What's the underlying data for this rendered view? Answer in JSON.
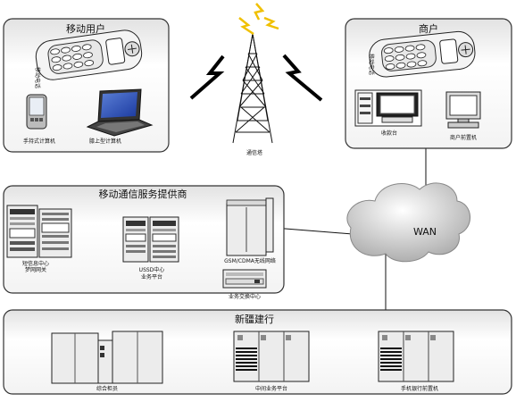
{
  "groups": {
    "mobile_user": {
      "title": "移动用户"
    },
    "merchant": {
      "title": "商户"
    },
    "provider": {
      "title": "移动通信服务提供商"
    },
    "bank": {
      "title": "新疆建行"
    }
  },
  "devices": {
    "phone_user_caption": "移动电话",
    "phone_merchant_caption": "移动电话",
    "pda": "手持式计算机",
    "laptop": "膝上型计算机",
    "tower": "通信塔",
    "cashier": "收款台",
    "merchant_pc": "商户前置机",
    "gsm_network": "GSM/CDMA无线网络",
    "sms_center_line1": "短信息中心",
    "sms_center_line2": "梦网网关",
    "ussd_line1": "USSD中心",
    "ussd_line2": "业务平台",
    "switching_center": "业务交换中心",
    "wan": "WAN",
    "accounting": "综合柜员",
    "middleware": "中间业务平台",
    "mobile_bank": "手机银行前置机"
  }
}
